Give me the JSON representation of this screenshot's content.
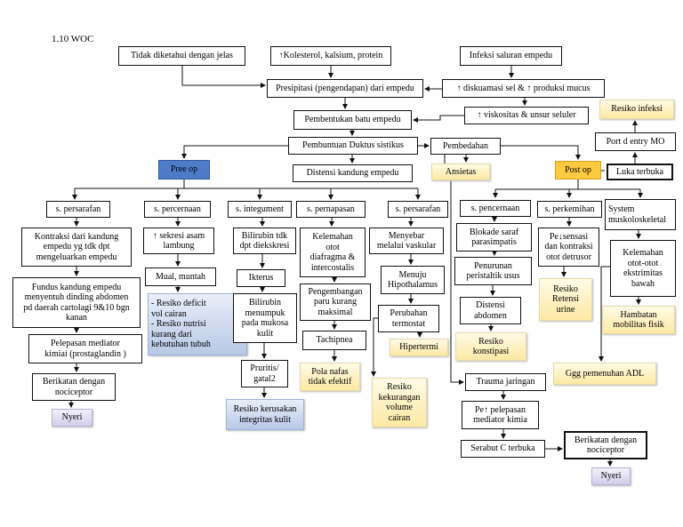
{
  "title": "1.10 WOC",
  "nodes": {
    "unknown": "Tidak diketahui dengan jelas",
    "cholesterol": "↑Kolesterol, kalsium, protein",
    "infection": "Infeksi saluran empedu",
    "precipitation": "Presipitasi (pengendapan) dari empedu",
    "desquamation": "↑ diskuamasi sel & ↑ produksi mucus",
    "viscosity": "↑ viskositas  & unsur seluler",
    "risk_infection": "Resiko infeksi",
    "stone_formation": "Pembentukan batu empedu",
    "port_entry": "Port d entry MO",
    "duct_blockage": "Pembuntuan Duktus sistikus",
    "surgery": "Pembedahan",
    "open_wound": "Luka terbuka",
    "pre_op": "Pree op",
    "distension": "Distensi kandung empedu",
    "anxiety": "Ansietas",
    "post_op": "Post op",
    "nerve1": "s. persarafan",
    "digestive1": "s. percernaan",
    "integument": "s. integument",
    "respiratory": "s. pernapasan",
    "nerve2": "s. persarafan",
    "digestive2": "s. pencernaan",
    "urinary": "s. perkemihan",
    "musculo": "System\nmuskoloskeletal",
    "contraction": "Kontraksi dari kandung\nempedu yg tdk dpt\nmengeluarkan empedu",
    "secretion": "↑ sekresi asam\nlambung",
    "bilirubin": "Bilirubin tdk\ndpt diekskresi",
    "diaphragm_weak": "Kelemahan\notot\ndiafragma &\nintercostalis",
    "spread": "Menyebar\nmelalui vaskular",
    "parasympathetic_block": "Blokade saraf\nparasimpatis",
    "sensation": "Pe↓sensasi\ndan kontraksi\notot detrusor",
    "weak_extremities": "Kelemahan\notot-otot\nekstrimitas\nbawah",
    "nausea": "Mual, muntah",
    "icterus": "Ikterus",
    "hypothalamus": "Menuju\nHipothalamus",
    "peristaltic": "Penurunan\nperistaltik usus",
    "retention": "Resiko\nRetensi\nurine",
    "fundus": "Fundus kandung empedu\nmenyentuh dinding abdomen\npd daerah cartolagi 9&10 bgn\nkanan",
    "fluid_deficit": "- Resiko deficit\n  vol cairan\n- Resiko nutrisi\n  kurang dari\n  kebutuhan tubuh",
    "bilirubin_accum": "Bilirubin\nmenumpuk\npada mukosa\nkulit",
    "lung_expansion": "Pengembangan\nparu kurang\nmaksimal",
    "thermostat": "Perubahan\ntermostat",
    "abdominal_distension": "Distensi\nabdomen",
    "mobility": "Hambatan\nmobilitas fisik",
    "mediator": "Pelepasan mediator\nkimiai (prostaglandin )",
    "tachypnea": "Tachipnea",
    "hyperthermia": "Hipertermi",
    "constipation": "Resiko\nkonstipasi",
    "adl": "Ggg pemenuhan ADL",
    "nociceptor1": "Berikatan dengan\nnociceptor",
    "pruritus": "Pruritis/\ngatal2",
    "breathing": "Pola nafas\ntidak efektif",
    "fluid_volume": "Resiko\nkekurangan\nvolume\ncairan",
    "tissue_trauma": "Trauma jaringan",
    "pain1": "Nyeri",
    "skin_integrity": "Resiko kerusakan\nintegritas kulit",
    "mediator2": "Pe↑ pelepasan\nmediator kimia",
    "c_fiber": "Serabut C terbuka",
    "nociceptor2": "Berikatan dengan\nnociceptor",
    "pain2": "Nyeri"
  }
}
